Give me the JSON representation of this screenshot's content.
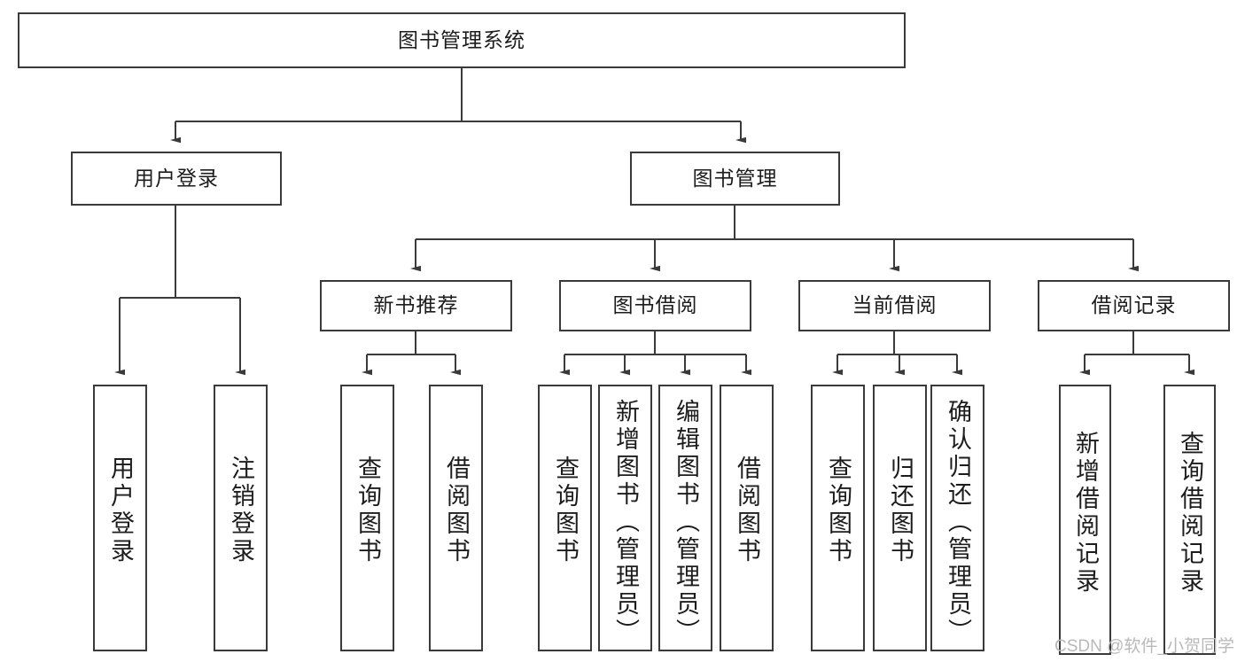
{
  "diagram": {
    "title": "图书管理系统",
    "type": "tree-hierarchy",
    "watermark": "CSDN @软件_小贺同学",
    "colors": {
      "box_border": "#3a3a3a",
      "box_fill": "#ffffff",
      "connector": "#3a3a3a",
      "text": "#1c1c1c",
      "watermark": "#b9b9b9",
      "background": "#ffffff"
    },
    "levels": {
      "root": {
        "label": "图书管理系统"
      },
      "level2": [
        {
          "label": "用户登录"
        },
        {
          "label": "图书管理"
        }
      ],
      "level3": [
        {
          "label": "新书推荐"
        },
        {
          "label": "图书借阅"
        },
        {
          "label": "当前借阅"
        },
        {
          "label": "借阅记录"
        }
      ],
      "leaves": {
        "user_login": [
          {
            "label": "用户登录"
          },
          {
            "label": "注销登录"
          }
        ],
        "new_book_recommend": [
          {
            "label": "查询图书"
          },
          {
            "label": "借阅图书"
          }
        ],
        "book_borrow": [
          {
            "label": "查询图书"
          },
          {
            "label": "新增图书（管理员）"
          },
          {
            "label": "编辑图书（管理员）"
          },
          {
            "label": "借阅图书"
          }
        ],
        "current_borrow": [
          {
            "label": "查询图书"
          },
          {
            "label": "归还图书"
          },
          {
            "label": "确认归还（管理员）"
          }
        ],
        "borrow_record": [
          {
            "label": "新增借阅记录"
          },
          {
            "label": "查询借阅记录"
          }
        ]
      }
    }
  }
}
